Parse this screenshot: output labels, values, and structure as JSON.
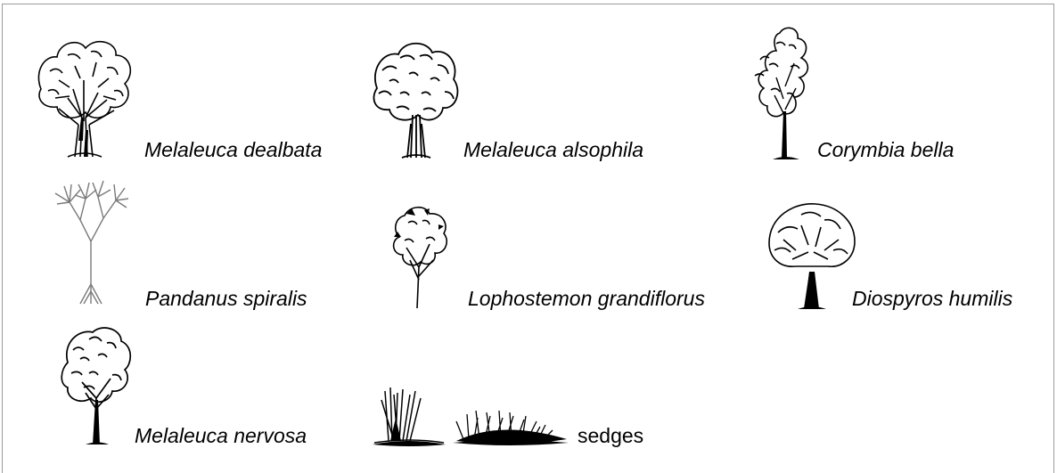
{
  "legend": {
    "entries": [
      {
        "label": "Melaleuca dealbata",
        "icon": "broad-canopy-tree-icon",
        "italic": true
      },
      {
        "label": "Melaleuca alsophila",
        "icon": "dense-canopy-tree-icon",
        "italic": true
      },
      {
        "label": "Corymbia bella",
        "icon": "tall-narrow-tree-icon",
        "italic": true
      },
      {
        "label": "Pandanus spiralis",
        "icon": "palm-like-pandanus-icon",
        "italic": true
      },
      {
        "label": "Lophostemon grandiflorus",
        "icon": "slender-tree-icon",
        "italic": true
      },
      {
        "label": "Diospyros humilis",
        "icon": "umbrella-tree-icon",
        "italic": true
      },
      {
        "label": "Melaleuca nervosa",
        "icon": "bushy-tree-icon",
        "italic": true
      },
      {
        "label": "sedges",
        "icon": "sedge-clump-icon",
        "italic": false
      }
    ]
  },
  "colors": {
    "ink": "#000000",
    "pandanus_ink": "#7a7a7a",
    "frame": "#9a9a9a"
  }
}
